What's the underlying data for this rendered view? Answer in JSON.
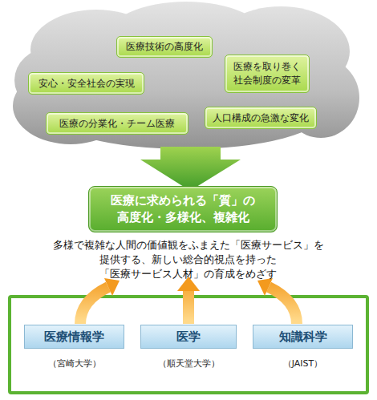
{
  "diagram": {
    "nodes": [
      {
        "text": [
          "医療技術の高度化"
        ]
      },
      {
        "text": [
          "医療を取り巻く 社会制度の変革"
        ]
      },
      {
        "text": [
          "安心・安全社会の実現"
        ]
      },
      {
        "text": [
          "医療の分業化・チーム医療"
        ]
      },
      {
        "text": [
          "人口構成の急激な変化"
        ]
      },
      {
        "text": [
          "医療に求められる「質」の 高度化・多様化、複雑化"
        ]
      },
      {
        "text": [
          "医療情報学",
          "（宮崎大学）"
        ]
      },
      {
        "text": [
          "医学",
          "（順天堂大学）"
        ]
      },
      {
        "text": [
          "知識科学",
          "（JAIST）"
        ]
      }
    ],
    "labels": [
      "多様で複雑な人間の価値観をふまえた「医療サービス」を 提供する、新しい総合的視点を持った 「医療サービス人材」の育成をめざす"
    ]
  }
}
